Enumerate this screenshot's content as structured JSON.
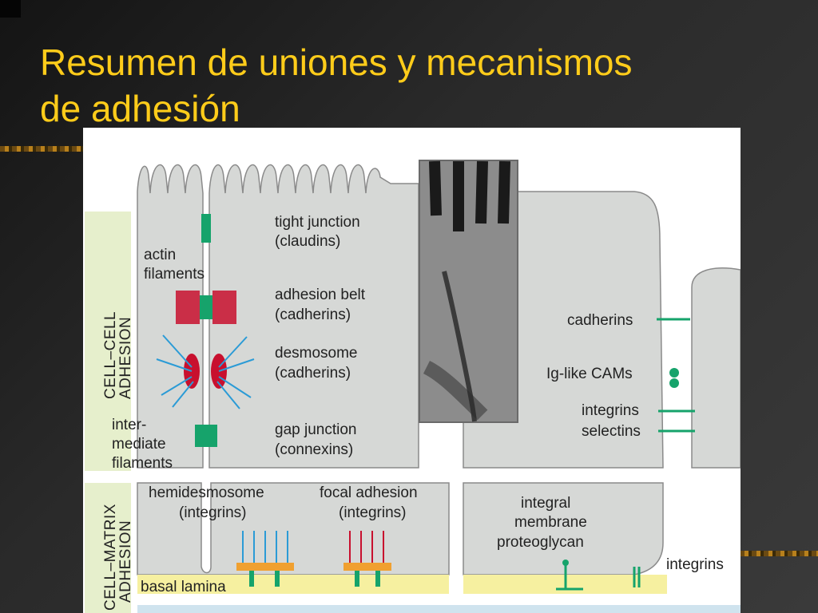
{
  "slide": {
    "title_line1": "Resumen de uniones y mecanismos",
    "title_line2": "de adhesión"
  },
  "diagram": {
    "side_labels": {
      "cell_cell": [
        "CELL–CELL",
        "ADHESION"
      ],
      "cell_matrix": [
        "CELL–MATRIX",
        "ADHESION"
      ]
    },
    "left_labels": {
      "actin": [
        "actin",
        "filaments"
      ],
      "intermediate": [
        "inter-",
        "mediate",
        "filaments"
      ]
    },
    "junctions": {
      "tight": [
        "tight junction",
        "(claudins)"
      ],
      "belt": [
        "adhesion belt",
        "(cadherins)"
      ],
      "desmosome": [
        "desmosome",
        "(cadherins)"
      ],
      "gap": [
        "gap junction",
        "(connexins)"
      ]
    },
    "right_labels": {
      "cadherins": "cadherins",
      "ig_cams": "Ig-like CAMs",
      "integrins": "integrins",
      "selectins": "selectins"
    },
    "matrix": {
      "hemidesmosome": [
        "hemidesmosome",
        "(integrins)"
      ],
      "focal": [
        "focal adhesion",
        "(integrins)"
      ],
      "proteoglycan": [
        "integral",
        "membrane",
        "proteoglycan"
      ],
      "integrins": "integrins",
      "basal_lamina": "basal lamina"
    },
    "colors": {
      "cell": "#d6d8d6",
      "cell_outline": "#8a8a8a",
      "green": "#16a36b",
      "crimson": "#c8102e",
      "blue_filament": "#2b9bd6",
      "red_filament": "#c8102e",
      "orange": "#f0a030",
      "lamina": "#f6f0a0",
      "side_panel": "#e6efcc"
    }
  }
}
